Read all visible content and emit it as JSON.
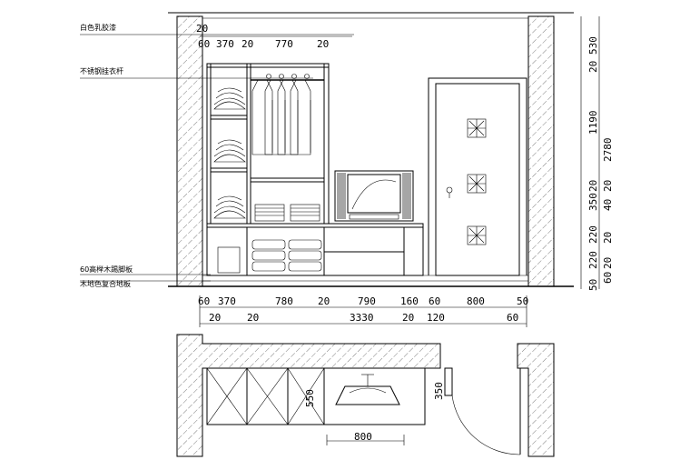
{
  "annotations": {
    "ceiling": "白色乳胶漆",
    "rail": "不锈钢挂衣杆",
    "baseboard": "60高榉木踢脚板",
    "floor": "木地色复合地板"
  },
  "top_dims": [
    "20",
    "60",
    "370",
    "20",
    "770",
    "20"
  ],
  "right_dims": [
    "530",
    "20",
    "1190",
    "2780",
    "350",
    "20",
    "40",
    "20",
    "220",
    "20",
    "220",
    "20",
    "60",
    "50"
  ],
  "bottom_row1": [
    "60",
    "370",
    "780",
    "20",
    "790",
    "160",
    "60",
    "800",
    "50"
  ],
  "bottom_row2": [
    "20",
    "20",
    "3330",
    "20",
    "120",
    "60"
  ],
  "plan_dims": {
    "depth_cabinet": "550",
    "depth_door": "350",
    "tv_width": "800"
  },
  "colors": {
    "line": "#000000",
    "background": "#ffffff"
  }
}
